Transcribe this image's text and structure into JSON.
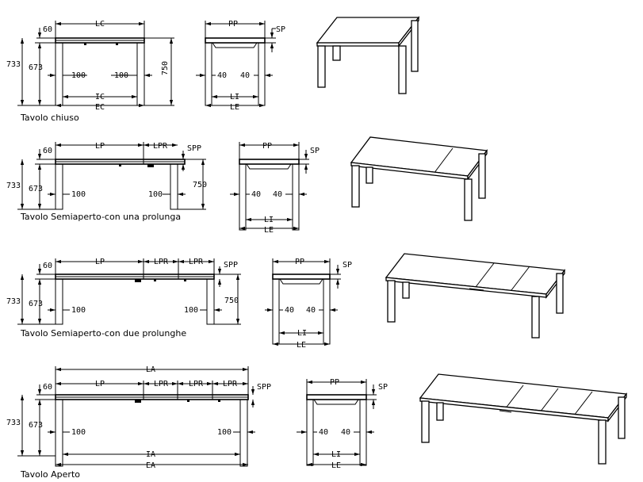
{
  "captions": {
    "closed": "Tavolo chiuso",
    "one_ext": "Tavolo Semiaperto-con una prolunga",
    "two_ext": "Tavolo Semiaperto-con due prolunghe",
    "open": "Tavolo Aperto"
  },
  "dims": {
    "lc": "LC",
    "ic": "IC",
    "ec": "EC",
    "lp": "LP",
    "lpr": "LPR",
    "la": "LA",
    "ia": "IA",
    "ea": "EA",
    "pp": "PP",
    "sp": "SP",
    "spp": "SPP",
    "li": "LI",
    "le": "LE",
    "d60": "60",
    "d733": "733",
    "d673": "673",
    "d750": "750",
    "d100": "100",
    "d40": "40"
  }
}
